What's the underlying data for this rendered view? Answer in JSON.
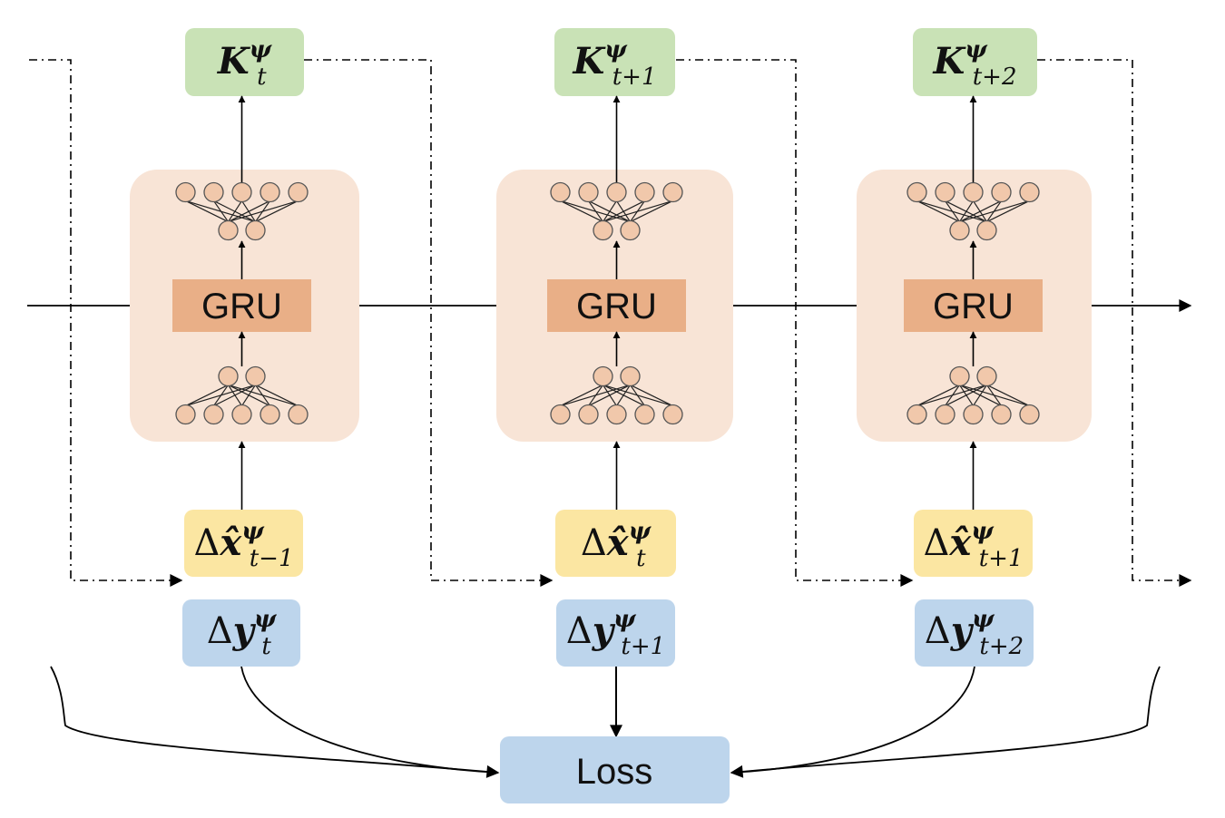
{
  "blocks": [
    {
      "gru_label": "GRU",
      "k_label": {
        "base": "K",
        "sup": "ψ",
        "sub": "t"
      },
      "x_label": {
        "prefix": "Δ",
        "base": "x̂",
        "sup": "ψ",
        "sub": "t−1"
      },
      "y_label": {
        "prefix": "Δ",
        "base": "y",
        "sup": "ψ",
        "sub": "t"
      }
    },
    {
      "gru_label": "GRU",
      "k_label": {
        "base": "K",
        "sup": "ψ",
        "sub": "t+1"
      },
      "x_label": {
        "prefix": "Δ",
        "base": "x̂",
        "sup": "ψ",
        "sub": "t"
      },
      "y_label": {
        "prefix": "Δ",
        "base": "y",
        "sup": "ψ",
        "sub": "t+1"
      }
    },
    {
      "gru_label": "GRU",
      "k_label": {
        "base": "K",
        "sup": "ψ",
        "sub": "t+2"
      },
      "x_label": {
        "prefix": "Δ",
        "base": "x̂",
        "sup": "ψ",
        "sub": "t+1"
      },
      "y_label": {
        "prefix": "Δ",
        "base": "y",
        "sup": "ψ",
        "sub": "t+2"
      }
    }
  ],
  "loss_label": "Loss",
  "colors": {
    "k_box": "#c9e2b6",
    "cell_bg": "#f8e4d6",
    "gru_box": "#e9af87",
    "neuron_fill": "#f1c8ab",
    "x_box": "#fbe6a2",
    "y_box": "#bdd5ec",
    "loss_box": "#bdd5ec",
    "line": "#000000"
  }
}
